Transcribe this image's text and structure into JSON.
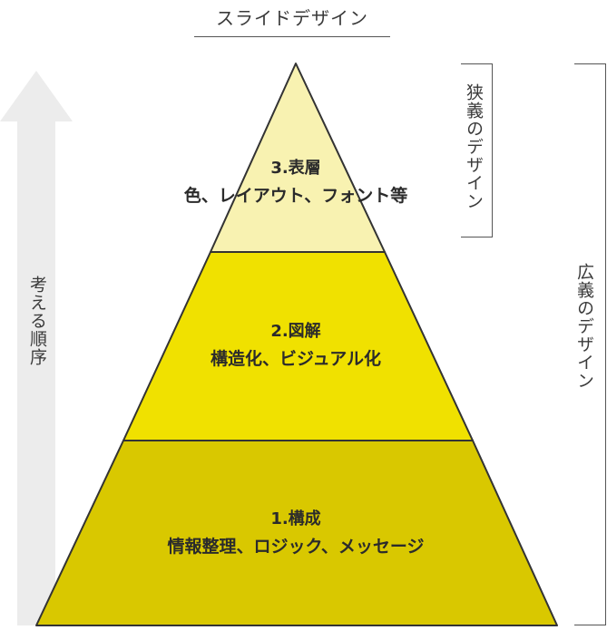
{
  "title": "スライドデザイン",
  "arrow_label": "考える順序",
  "narrow_label": "狭義のデザイン",
  "broad_label": "広義のデザイン",
  "layers": {
    "top": {
      "number": "3.表層",
      "desc": "色、レイアウト、フォント等",
      "color": "#f8f2b1"
    },
    "middle": {
      "number": "2.図解",
      "desc": "構造化、ビジュアル化",
      "color": "#f0e100"
    },
    "bottom": {
      "number": "1.構成",
      "desc": "情報整理、ロジック、メッセージ",
      "color": "#d9c800"
    }
  },
  "colors": {
    "arrow": "#ececec",
    "outline": "#333333"
  }
}
